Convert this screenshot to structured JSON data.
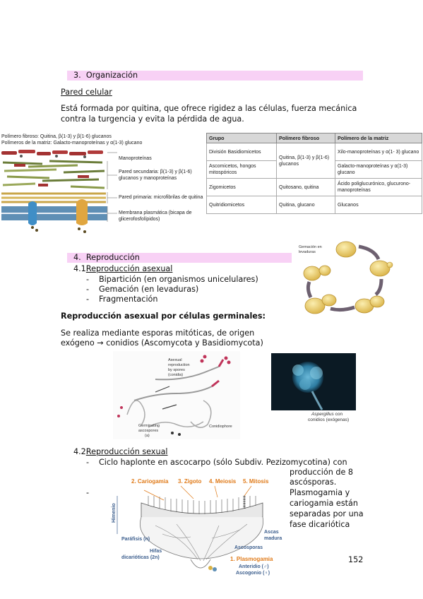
{
  "section3": {
    "number": "3.",
    "title": "Organización"
  },
  "pared": {
    "heading": "Pared celular",
    "body_line1": "Está formada por quitina, que ofrece rigidez a las células, fuerza mecánica",
    "body_line2": "contra la turgencia y evita la pérdida de agua."
  },
  "wall_figure": {
    "caption_line1": "Polímero fibroso: Quitina, β(1-3) y β(1-6) glucanos",
    "caption_line2": "Polímeros de la matriz: Galacto-manoproteínas y α(1-3) glucano",
    "label_manoproteinas": "Manoproteínas",
    "label_secundaria_1": "Pared secundaria: β(1-3) y β(1-6)",
    "label_secundaria_2": "glucanos y manoproteínas",
    "label_primaria": "Pared primaria: microfibrilas de quitina",
    "label_membrana_1": "Membrana plasmática (bicapa de",
    "label_membrana_2": "glicerofosfolípidos)"
  },
  "wall_table": {
    "headers": [
      "Grupo",
      "Polímero fibroso",
      "Polímero de la matriz"
    ],
    "rows": [
      {
        "grupo": "División Basidiomicetos",
        "matriz": "Xilo-manoproteínas y α(1- 3) glucano"
      },
      {
        "grupo": "Ascomicetos, hongos mitospóricos",
        "matriz": "Galacto-manoproteínas y α(1-3) glucano"
      },
      {
        "grupo": "Zigomicetos",
        "fibroso": "Quitosano, quitina",
        "matriz": "Ácido poliglucurónico, glucurono-manoproteínas"
      },
      {
        "grupo": "Quitridiomicetos",
        "fibroso": "Quitina, glucano",
        "matriz": "Glucanos"
      }
    ],
    "merged_fibroso": "Quitina, β(1-3) y β(1-6) glucanos"
  },
  "section4": {
    "number": "4.",
    "title": "Reproducción"
  },
  "asexual": {
    "number": "4.1",
    "heading": "Reproducción asexual",
    "items": [
      "Bipartición (en organismos unicelulares)",
      "Gemación (en levaduras)",
      "Fragmentación"
    ]
  },
  "budding_figure": {
    "caption_line1": "Gemación en",
    "caption_line2": "levaduras"
  },
  "germinal": {
    "heading": "Reproducción asexual por células germinales:",
    "body_line1": "Se realiza mediante esporas mitóticas, de origen",
    "body_line2": "exógeno → conidios (Ascomycota y Basidiomycota)"
  },
  "conidia_figure": {
    "label_asexual_1": "Asexual",
    "label_asexual_2": "reproduction",
    "label_asexual_3": "by spores",
    "label_asexual_4": "(conidia)",
    "label_germ_1": "Germinating",
    "label_germ_2": "ascospores",
    "label_germ_3": "(a)",
    "label_conidiophore": "Conidiophore"
  },
  "aspergillus": {
    "caption_italic": "Aspergillus",
    "caption_rest1": " con",
    "caption_line2": "conidios (exógenas)"
  },
  "sexual": {
    "number": "4.2",
    "heading": "Reproducción sexual",
    "item1_line1": "Ciclo haplonte en ascocarpo (sólo Subdiv. Pezizomycotina) con",
    "item1_line2": "producción de 8",
    "item1_line3": "ascósporas.",
    "item2_line1": "Plasmogamia y",
    "item2_line2": "cariogamia están",
    "item2_line3": "separadas por una",
    "item2_line4": "fase dicariótica"
  },
  "ascocarp_figure": {
    "label_cariogamia": "2. Cariogamia",
    "label_zigoto": "3. Zigoto",
    "label_meiosis": "4. Meiosis",
    "label_mitosis": "5. Mitosis",
    "label_himenio": "Himenio",
    "label_parafisis": "Paráfisis (n)",
    "label_hifas_1": "Hifas",
    "label_hifas_2": "dicarióticas (2n)",
    "label_ascas_1": "Ascas",
    "label_ascas_2": "madura",
    "label_ascosporas": "Ascosporas",
    "label_plasmogamia": "1. Plasmogamia",
    "label_anteridio": "Anteridio (♂)",
    "label_ascogonio": "Ascogonio (♀)"
  },
  "page_number": "152",
  "colors": {
    "highlight": "#f8d1f5",
    "accent_orange": "#e07b1a",
    "accent_blue": "#3d5f8e"
  }
}
